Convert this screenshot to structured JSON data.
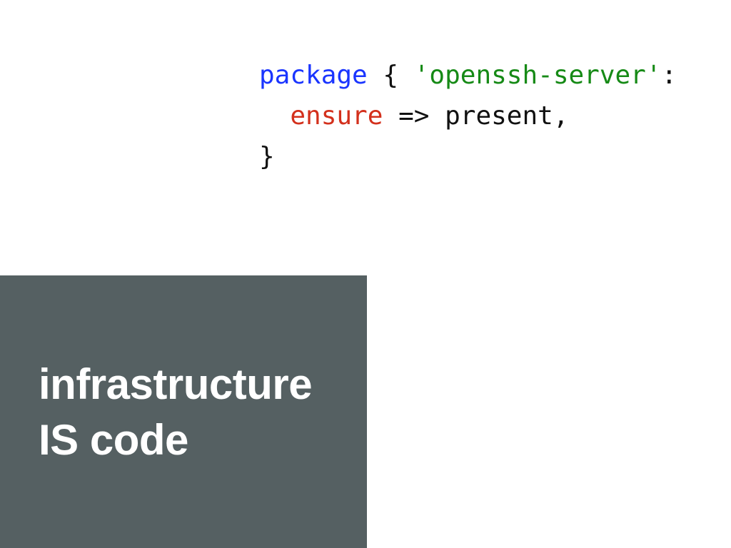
{
  "colors": {
    "keyword": "#1a35ff",
    "string": "#168a16",
    "attribute": "#d3301c",
    "plain": "#111111",
    "box_bg": "#556062",
    "caption_text": "#ffffff",
    "slide_bg": "#ffffff"
  },
  "code": {
    "language": "puppet",
    "lines": [
      {
        "tokens": [
          {
            "text": "package",
            "role": "keyword"
          },
          {
            "text": " { ",
            "role": "plain"
          },
          {
            "text": "'openssh-server'",
            "role": "string"
          },
          {
            "text": ":",
            "role": "plain"
          }
        ]
      },
      {
        "tokens": [
          {
            "text": "  ",
            "role": "plain"
          },
          {
            "text": "ensure",
            "role": "attribute"
          },
          {
            "text": " => ",
            "role": "plain"
          },
          {
            "text": "present,",
            "role": "plain"
          }
        ]
      },
      {
        "tokens": [
          {
            "text": "}",
            "role": "plain"
          }
        ]
      }
    ]
  },
  "caption": {
    "line1": "infrastructure",
    "line2": "IS code"
  }
}
